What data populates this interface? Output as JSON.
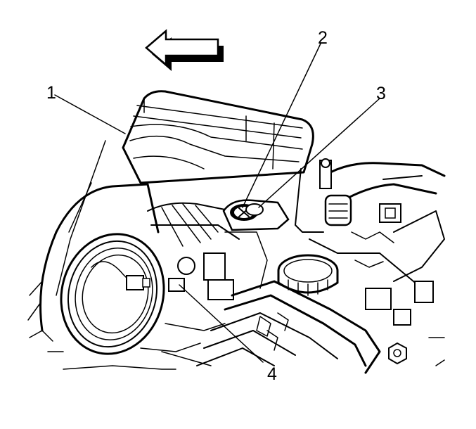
{
  "callouts": [
    {
      "id": "1",
      "label": "1"
    },
    {
      "id": "2",
      "label": "2"
    },
    {
      "id": "3",
      "label": "3"
    },
    {
      "id": "4",
      "label": "4"
    }
  ],
  "colors": {
    "ink": "#000000",
    "paper": "#ffffff",
    "shade": "#d9d9d9"
  },
  "icons": {
    "direction_arrow": "left-arrow-icon"
  }
}
